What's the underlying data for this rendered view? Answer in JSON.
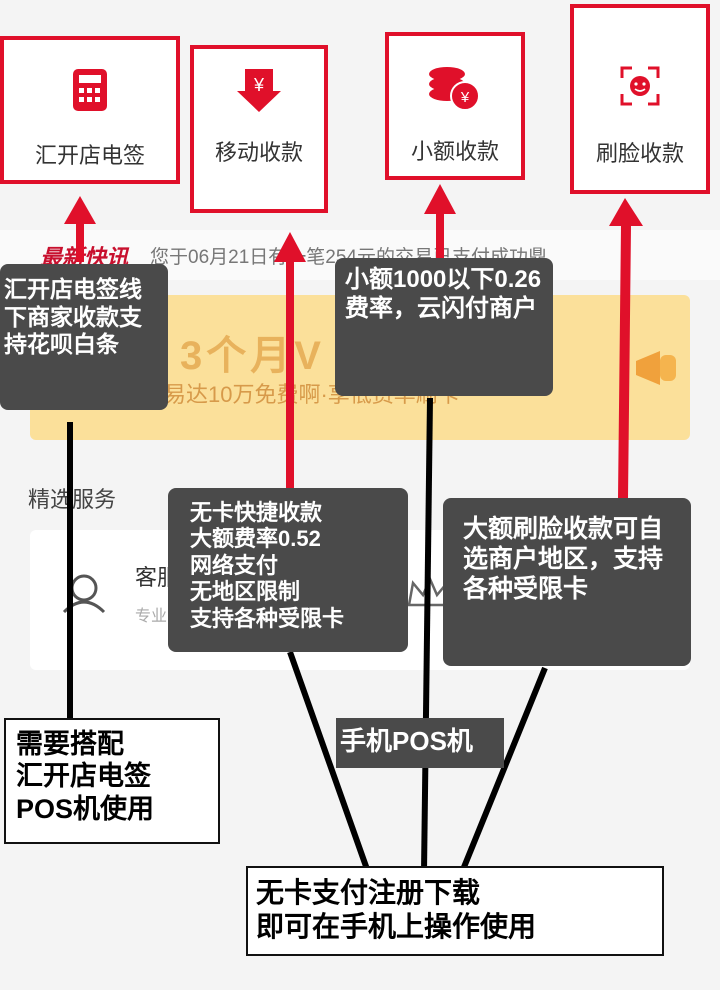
{
  "services": [
    {
      "label": "汇开店电签",
      "icon": "calculator-icon"
    },
    {
      "label": "移动收款",
      "icon": "yuan-download-icon"
    },
    {
      "label": "小额收款",
      "icon": "coin-stack-icon"
    },
    {
      "label": "刷脸收款",
      "icon": "face-scan-icon"
    }
  ],
  "ticker": {
    "tag": "最新快讯",
    "text": "您于06月21日有一笔254元的交易已支付成功鼎"
  },
  "banner": {
    "title": "3个月V",
    "subtitle": "月交易达10万免费啊·享低费率刷卡"
  },
  "section_title": "精选服务",
  "cards": {
    "service_title": "客服",
    "service_sub": "专业",
    "upgrade_title": "升级"
  },
  "callouts": {
    "huikai": "汇开店电签线下商家收款支持花呗白条",
    "xiaoe": "小额1000以下0.26费率，云闪付商户",
    "wuka": "无卡快捷收款\n大额费率0.52\n网络支付\n无地区限制\n支持各种受限卡",
    "shualian": "大额刷脸收款可自选商户地区，支持各种受限卡",
    "need": "需要搭配\n汇开店电签\nPOS机使用",
    "phone_pos": "手机POS机",
    "bottom": "无卡支付注册下载\n即可在手机上操作使用"
  },
  "colors": {
    "accent": "#e0102a",
    "callout_bg": "#4a4a4a"
  }
}
